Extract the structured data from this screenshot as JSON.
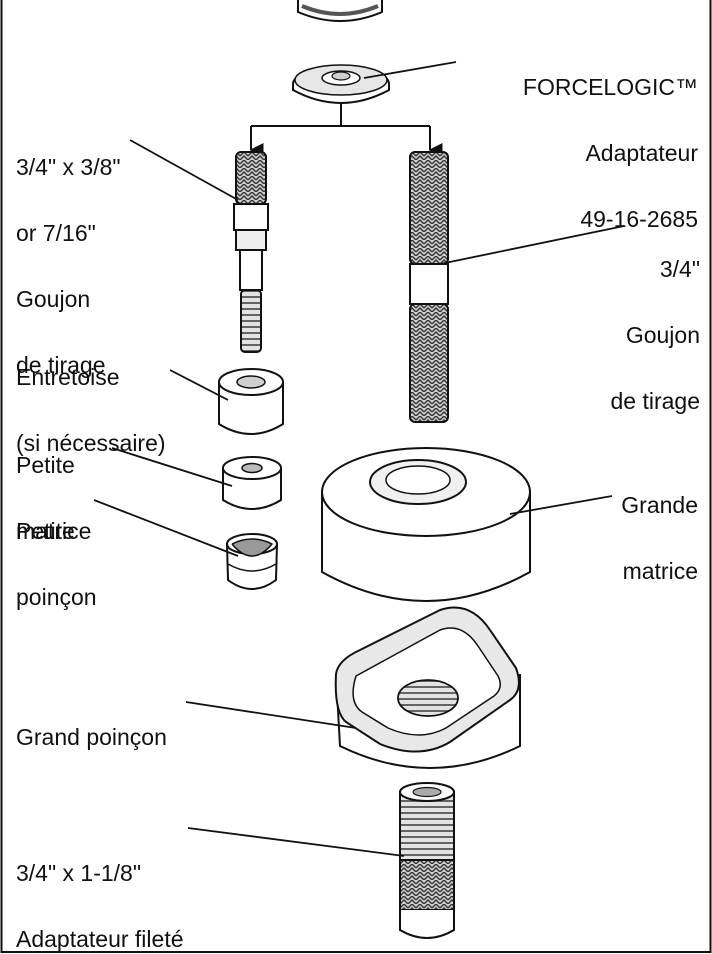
{
  "labels": {
    "forcelogic_adapter": [
      "FORCELOGIC™",
      "Adaptateur",
      "49-16-2685"
    ],
    "small_draw_stud": [
      "3/4\" x 3/8\"",
      "or 7/16\"",
      "Goujon",
      "de tirage"
    ],
    "large_draw_stud": [
      "3/4\"",
      "Goujon",
      "de tirage"
    ],
    "spacer": [
      "Entretoise",
      "(si nécessaire)"
    ],
    "small_die": [
      "Petite",
      "matrice"
    ],
    "small_punch": [
      "Petite",
      "poinçon"
    ],
    "large_die": [
      "Grande",
      "matrice"
    ],
    "large_punch": [
      "Grand poinçon"
    ],
    "threaded_adapter": [
      "3/4\" x 1-1/8\"",
      "Adaptateur fileté"
    ]
  },
  "colors": {
    "line": "#111111",
    "fill": "#ffffff",
    "shade": "#d9d9d9",
    "dark": "#555555"
  }
}
